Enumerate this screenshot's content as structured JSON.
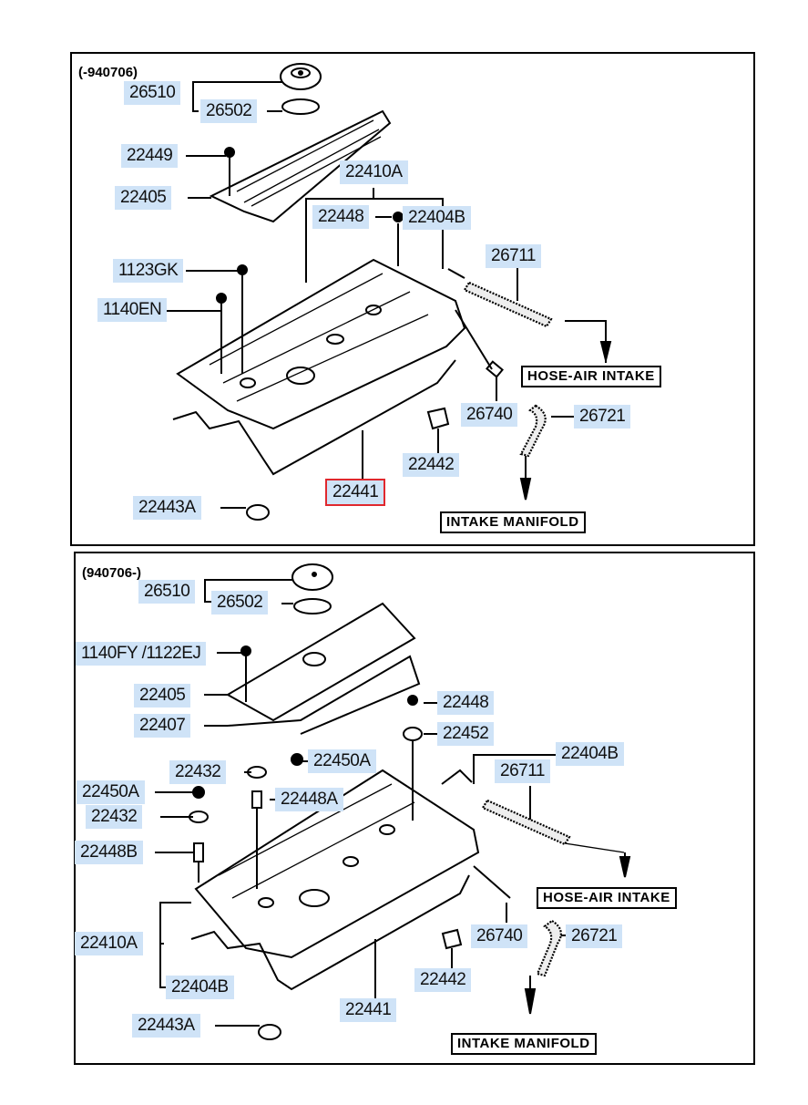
{
  "diagram": {
    "title": "Rocker cover assembly exploded view",
    "colors": {
      "label_bg": "#cfe3f7",
      "highlight": "#e0282e",
      "ink": "#000000"
    },
    "panels": [
      {
        "variant": "(-940706)",
        "labels": {
          "p26510": "26510",
          "p26502": "26502",
          "p22449": "22449",
          "p22405": "22405",
          "p22410A": "22410A",
          "p22448": "22448",
          "p22404B": "22404B",
          "p1123GK": "1123GK",
          "p1140EN": "1140EN",
          "p26711": "26711",
          "p26740": "26740",
          "p26721": "26721",
          "p22442": "22442",
          "p22441": "22441",
          "p22443A": "22443A"
        },
        "selected_part": "22441",
        "destinations": {
          "hose_air_intake": "HOSE-AIR INTAKE",
          "intake_manifold": "INTAKE MANIFOLD"
        }
      },
      {
        "variant": "(940706-)",
        "labels": {
          "p26510": "26510",
          "p26502": "26502",
          "p1140FY": "1140FY /1122EJ",
          "p22405": "22405",
          "p22407": "22407",
          "p22448": "22448",
          "p22452": "22452",
          "p22432a": "22432",
          "p22450Aa": "22450A",
          "p22450Ab": "22450A",
          "p22432b": "22432",
          "p22448A": "22448A",
          "p22448B": "22448B",
          "p22404Ba": "22404B",
          "p26711": "26711",
          "p22410A": "22410A",
          "p22404Bb": "22404B",
          "p26740": "26740",
          "p26721": "26721",
          "p22442": "22442",
          "p22441": "22441",
          "p22443A": "22443A"
        },
        "destinations": {
          "hose_air_intake": "HOSE-AIR INTAKE",
          "intake_manifold": "INTAKE MANIFOLD"
        }
      }
    ]
  }
}
